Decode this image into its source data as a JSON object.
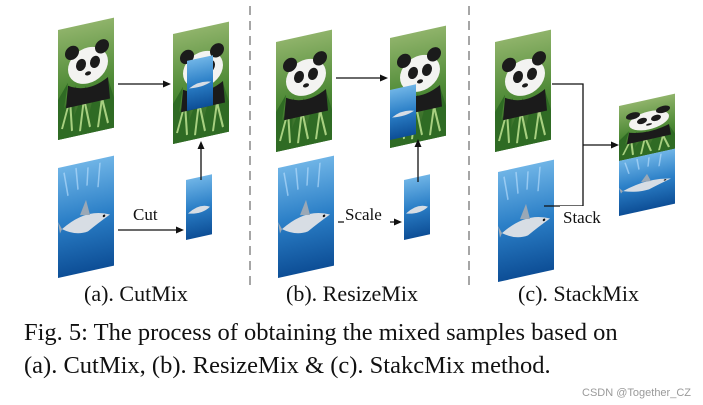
{
  "panels": [
    {
      "op_label": "Cut",
      "caption": "(a). CutMix"
    },
    {
      "op_label": "Scale",
      "caption": "(b). ResizeMix"
    },
    {
      "op_label": "Stack",
      "caption": "(c). StackMix"
    }
  ],
  "caption": {
    "line1": "Fig. 5: The process of obtaining the mixed samples based on",
    "line2": "(a). CutMix, (b). ResizeMix & (c). StakcMix method."
  },
  "watermark": "CSDN @Together_CZ",
  "colors": {
    "divider": "#777777",
    "arrow": "#111111",
    "sea": "#1f6fb8",
    "foliage": "#3f7a2e"
  }
}
